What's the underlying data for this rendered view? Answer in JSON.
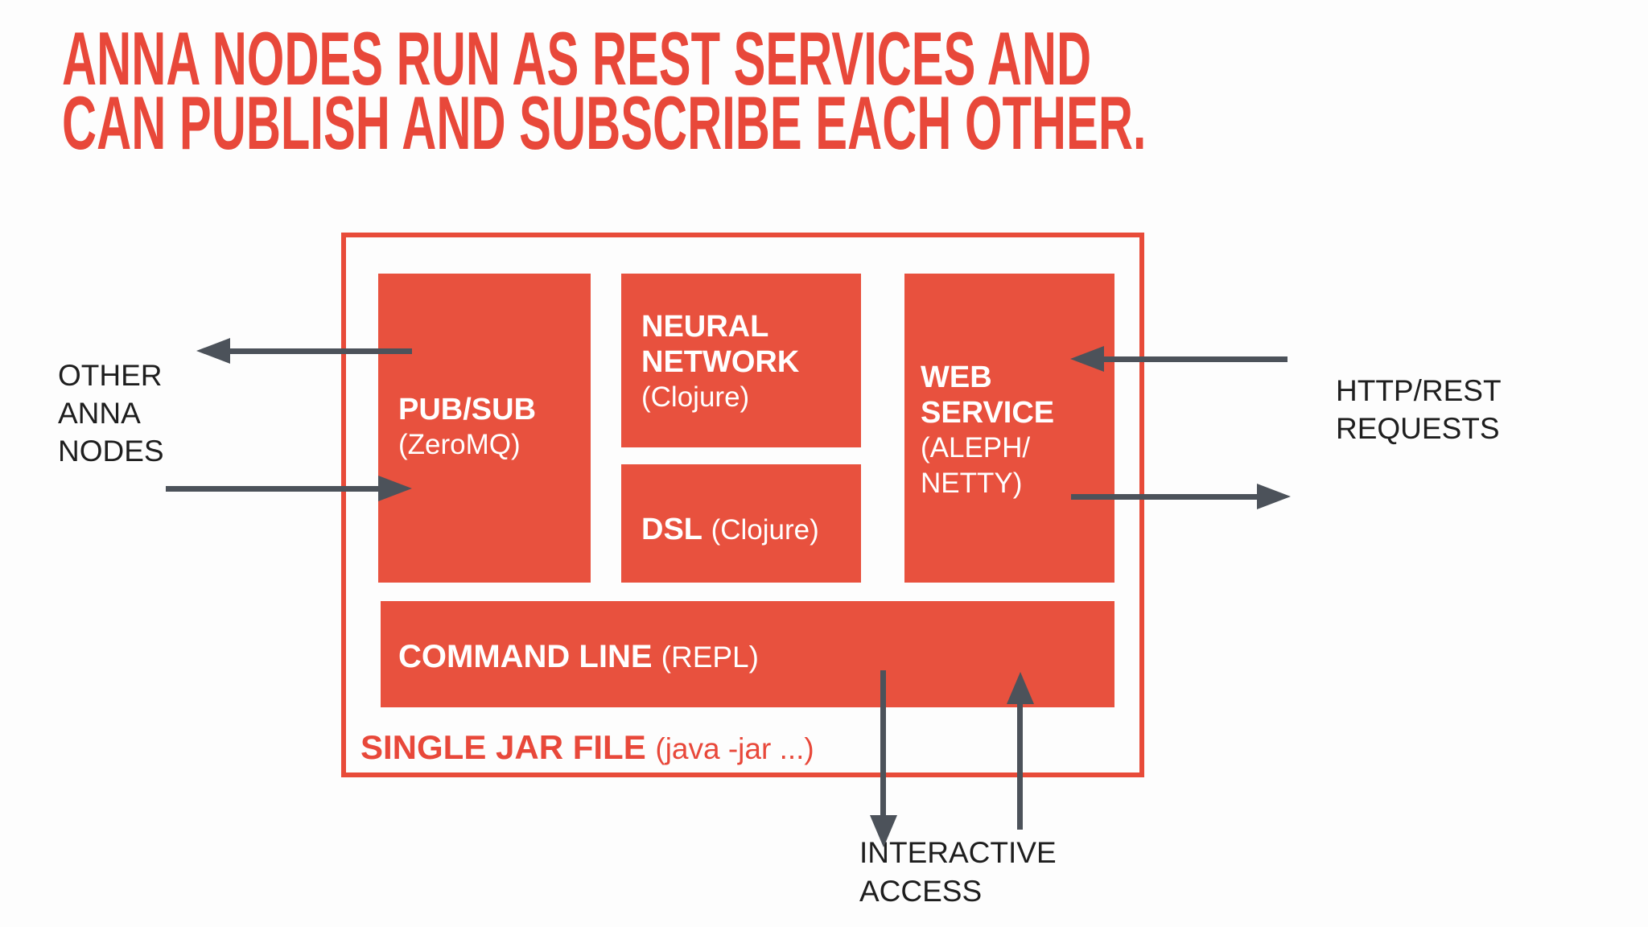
{
  "title": {
    "line1": "ANNA NODES RUN AS REST SERVICES AND",
    "line2": "CAN PUBLISH AND SUBSCRIBE EACH OTHER."
  },
  "diagram": {
    "pubsub": {
      "title": "PUB/SUB",
      "subtitle": "(ZeroMQ)"
    },
    "neural": {
      "line1": "NEURAL",
      "line2": "NETWORK",
      "subtitle": "(Clojure)"
    },
    "dsl": {
      "title": "DSL",
      "subtitle": "(Clojure)"
    },
    "web": {
      "line1": "WEB",
      "line2": "SERVICE",
      "sub1": "(ALEPH/",
      "sub2": "NETTY)"
    },
    "command": {
      "title": "COMMAND LINE",
      "subtitle": "(REPL)"
    },
    "jar": {
      "bold": "SINGLE JAR FILE",
      "normal": "(java -jar ...)"
    }
  },
  "labels": {
    "other": {
      "line1": "OTHER",
      "line2": "ANNA",
      "line3": "NODES"
    },
    "http": {
      "line1": "HTTP/REST",
      "line2": "REQUESTS"
    },
    "interactive": {
      "line1": "INTERACTIVE",
      "line2": "ACCESS"
    }
  },
  "colors": {
    "box_red": "#e8513e",
    "border_red": "#e84b39",
    "title_red": "#e8483a",
    "arrow_gray": "#4c525a",
    "label_black": "#1e1e1e",
    "background": "#fdfdfd"
  }
}
